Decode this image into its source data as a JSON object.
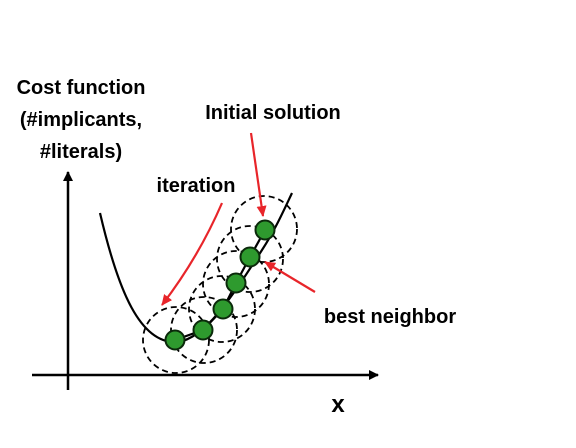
{
  "labels": {
    "y_axis_line1": "Cost function",
    "y_axis_line2": "(#implicants,",
    "y_axis_line3": "#literals)",
    "x_axis": "x",
    "initial_solution": "Initial solution",
    "iteration": "iteration",
    "best_neighbor": "best neighbor"
  },
  "colors": {
    "node_fill": "#2e9a2e",
    "node_stroke": "#0b2a0b",
    "arrow": "#e8252a",
    "line": "#000000"
  }
}
